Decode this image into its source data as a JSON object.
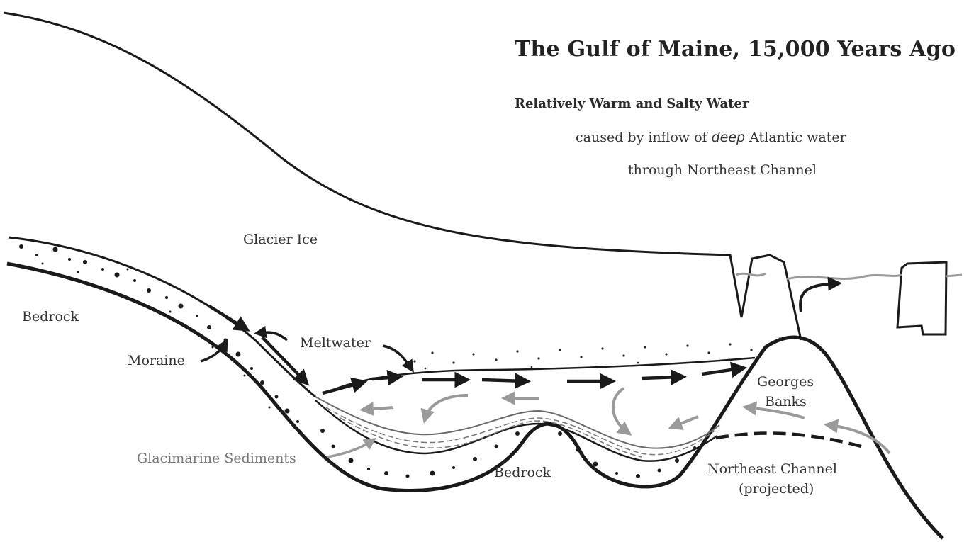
{
  "title": "The Gulf of Maine, 15,000 Years Ago",
  "subtitle": "Relatively Warm and Salty Water",
  "note": {
    "line1_before": "caused by inflow of ",
    "line1_em": "deep",
    "line1_after": " Atlantic water",
    "line2": "through Northeast Channel"
  },
  "labels": {
    "glacier_ice": "Glacier Ice",
    "bedrock_left": "Bedrock",
    "moraine": "Moraine",
    "meltwater": "Meltwater",
    "georges": "Georges",
    "banks": "Banks",
    "glacimarine": "Glacimarine Sediments",
    "bedrock_bottom": "Bedrock",
    "ne_channel": "Northeast Channel",
    "projected": "(projected)"
  },
  "colors": {
    "ink": "#1a1a1a",
    "gray_arrow": "#9a9a9a",
    "label_gray": "#777777"
  }
}
